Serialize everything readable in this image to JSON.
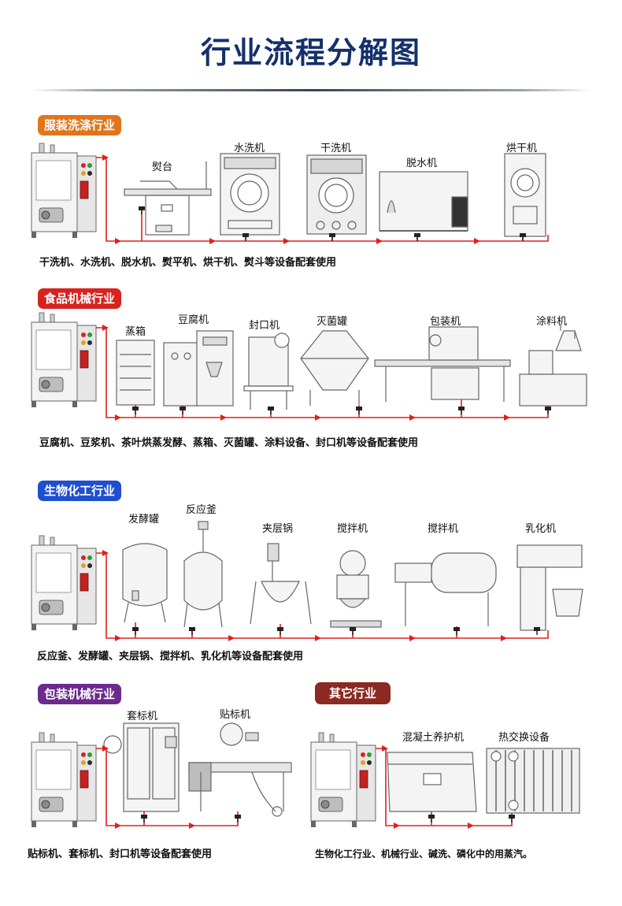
{
  "page": {
    "title": "行业流程分解图"
  },
  "sections": [
    {
      "badge": "服装洗涤行业",
      "badge_color": "#e0761c",
      "machines": [
        "熨台",
        "水洗机",
        "干洗机",
        "脱水机",
        "烘干机"
      ],
      "caption": "干洗机、水洗机、脱水机、熨平机、烘干机、熨斗等设备配套使用"
    },
    {
      "badge": "食品机械行业",
      "badge_color": "#d8231d",
      "machines": [
        "蒸箱",
        "豆腐机",
        "封口机",
        "灭菌罐",
        "包装机",
        "涂料机"
      ],
      "caption": "豆腐机、豆浆机、茶叶烘蒸发酵、蒸箱、灭菌罐、涂料设备、封口机等设备配套使用"
    },
    {
      "badge": "生物化工行业",
      "badge_color": "#1f4fd0",
      "machines": [
        "发酵罐",
        "反应釜",
        "夹层锅",
        "搅拌机",
        "搅拌机",
        "乳化机"
      ],
      "caption": "反应釜、发酵罐、夹层锅、搅拌机、乳化机等设备配套使用"
    },
    {
      "badge": "包装机械行业",
      "badge_color": "#6c2a8c",
      "machines": [
        "套标机",
        "贴标机"
      ],
      "caption": "贴标机、套标机、封口机等设备配套使用"
    },
    {
      "badge": "其它行业",
      "badge_color": "#8a2a22",
      "machines": [
        "混凝土养护机",
        "热交换设备"
      ],
      "caption": "生物化工行业、机械行业、碱洗、磷化中的用蒸汽。"
    }
  ],
  "colors": {
    "pipe": "#e0201c",
    "title": "#15306b",
    "outline": "#444444"
  }
}
